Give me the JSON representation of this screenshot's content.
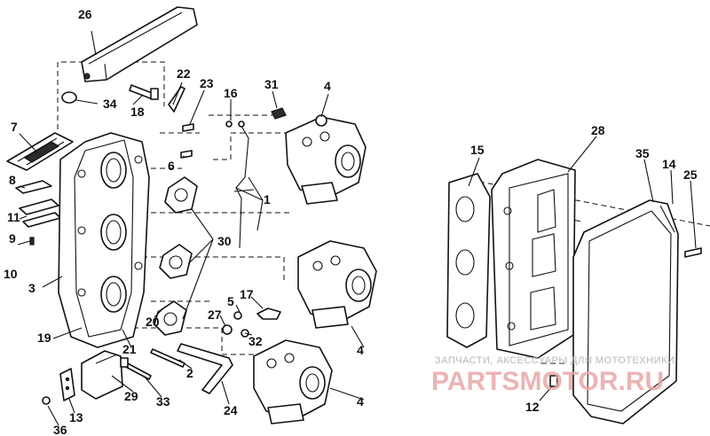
{
  "callouts": {
    "c1": "1",
    "c2": "2",
    "c3": "3",
    "c4a": "4",
    "c4b": "4",
    "c4c": "4",
    "c5": "5",
    "c6": "6",
    "c7": "7",
    "c8": "8",
    "c9": "9",
    "c10": "10",
    "c11": "11",
    "c12": "12",
    "c13": "13",
    "c14": "14",
    "c15": "15",
    "c16": "16",
    "c17": "17",
    "c18": "18",
    "c19": "19",
    "c20": "20",
    "c21": "21",
    "c22": "22",
    "c23": "23",
    "c24": "24",
    "c25": "25",
    "c26": "26",
    "c27": "27",
    "c28": "28",
    "c29": "29",
    "c30": "30",
    "c31": "31",
    "c32": "32",
    "c33": "33",
    "c34": "34",
    "c35": "35",
    "c36": "36"
  },
  "watermark": {
    "line1": "ЗАПЧАСТИ, АКСЕССУАРЫ ДЛЯ МОТОТЕХНИКИ",
    "line2": "PARTSMOTOR.RU"
  }
}
